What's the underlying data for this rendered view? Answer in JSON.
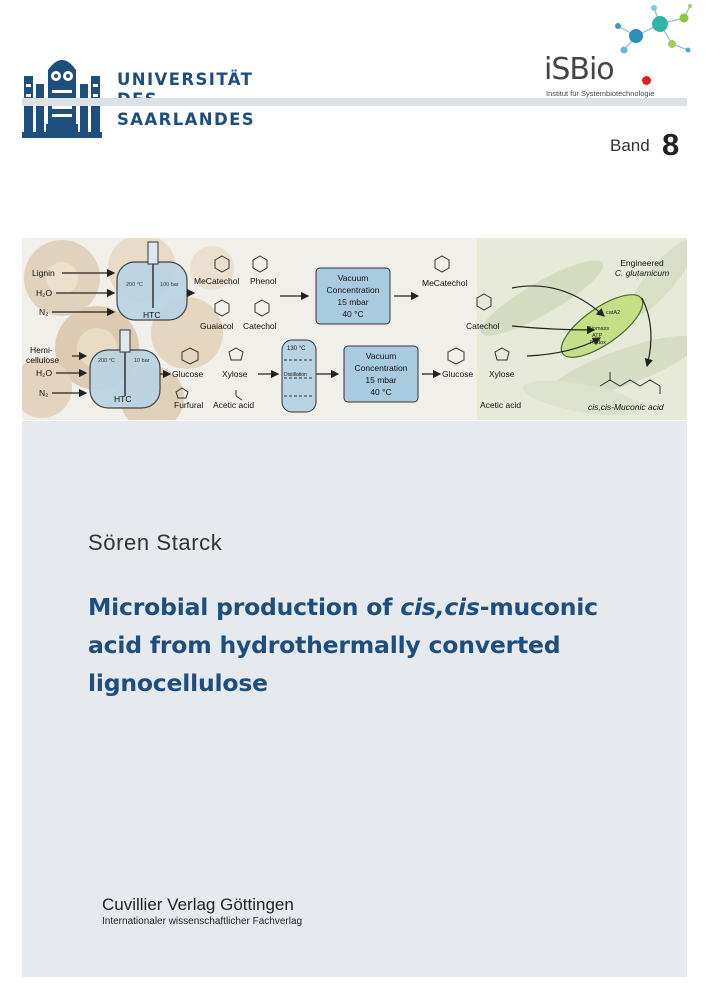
{
  "university": {
    "line1": "UNIVERSITÄT",
    "line2": "DES",
    "line3": "SAARLANDES"
  },
  "isbio": {
    "name": "iSBio",
    "subtitle": "Institut für Systembiotechnologie"
  },
  "series": {
    "label": "Band",
    "number": "8"
  },
  "figure": {
    "inputs_top": [
      "Lignin",
      "H₂O",
      "N₂"
    ],
    "inputs_bottom": [
      "Hemi-",
      "cellulose",
      "H₂O",
      "N₂"
    ],
    "reactor_label": "HTC",
    "reactor_temp_top": "200 °C",
    "reactor_pressure_top": "100 bar",
    "reactor_temp_bottom": "200 °C",
    "reactor_pressure_bottom": "10 bar",
    "products_top": [
      "MeCatechol",
      "Phenol",
      "Guaiacol",
      "Catechol"
    ],
    "products_bottom": [
      "Glucose",
      "Xylose",
      "Furfural",
      "Acetic acid"
    ],
    "distillation_temp": "130 °C",
    "distillation_label": "Distillation",
    "vacuum_lines": [
      "Vacuum",
      "Concentration",
      "15 mbar",
      "40 °C"
    ],
    "after_top": [
      "MeCatechol",
      "Catechol"
    ],
    "after_bottom": [
      "Glucose",
      "Xylose",
      "Acetic acid"
    ],
    "organism_line1": "Engineered",
    "organism_line2": "C. glutamicum",
    "cell_gene": "catA2",
    "cell_lines": [
      "Biomass",
      "ATP",
      "Redox"
    ],
    "product": "cis,cis-Muconic acid"
  },
  "author": "Sören Starck",
  "title": {
    "part1": "Microbial production of ",
    "italic": "cis,cis",
    "part2": "-muconic acid from hydrothermally converted lignocellulose"
  },
  "publisher": {
    "name": "Cuvillier Verlag Göttingen",
    "subtitle": "Internationaler wissenschaftlicher Fachverlag"
  },
  "colors": {
    "brand_blue": "#1d4e7e",
    "panel": "#e6e9ee",
    "isbio_red": "#dd2222"
  }
}
